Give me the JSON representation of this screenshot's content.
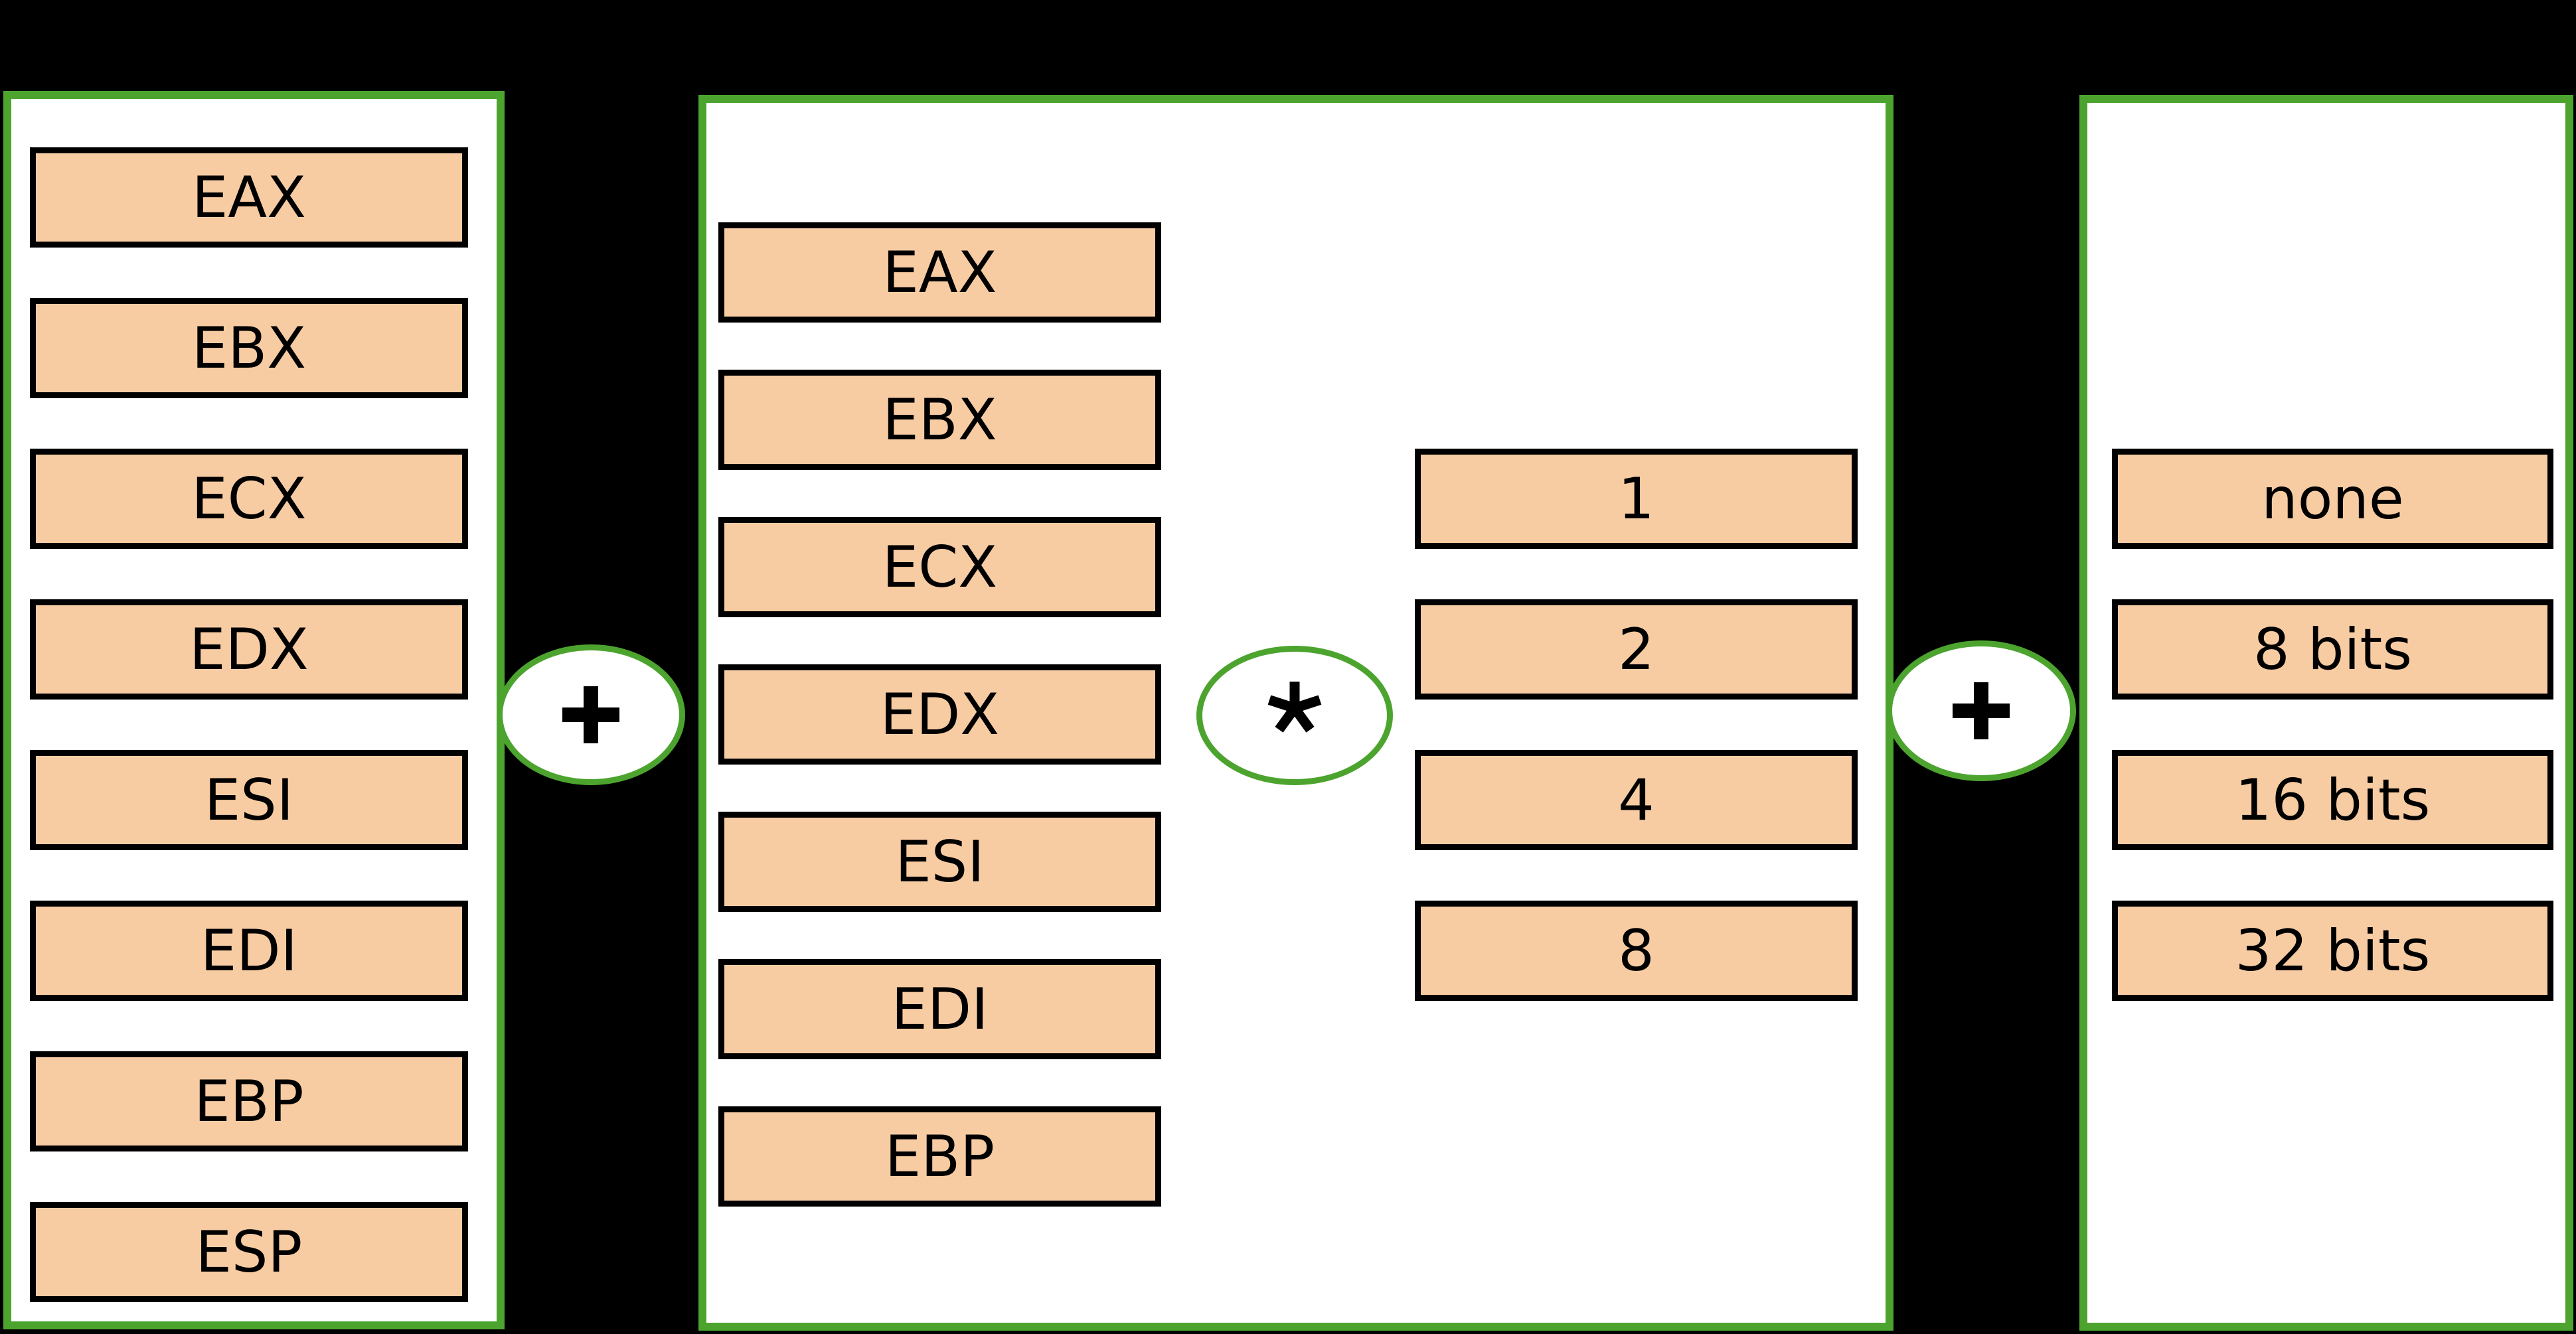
{
  "left_panel": {
    "registers": [
      "EAX",
      "EBX",
      "ECX",
      "EDX",
      "ESI",
      "EDI",
      "EBP",
      "ESP"
    ]
  },
  "middle_panel": {
    "registers": [
      "EAX",
      "EBX",
      "ECX",
      "EDX",
      "ESI",
      "EDI",
      "EBP"
    ],
    "scale_values": [
      "1",
      "2",
      "4",
      "8"
    ]
  },
  "right_panel": {
    "options": [
      "none",
      "8 bits",
      "16 bits",
      "32 bits"
    ]
  },
  "operators": {
    "left": "+",
    "middle": "*",
    "right": "+"
  },
  "colors": {
    "background": "#000000",
    "panel_fill": "#ffffff",
    "panel_border_green": "#4CA42F",
    "box_fill_orange": "#F8CCA3",
    "box_border": "#000000",
    "text": "#000000"
  }
}
